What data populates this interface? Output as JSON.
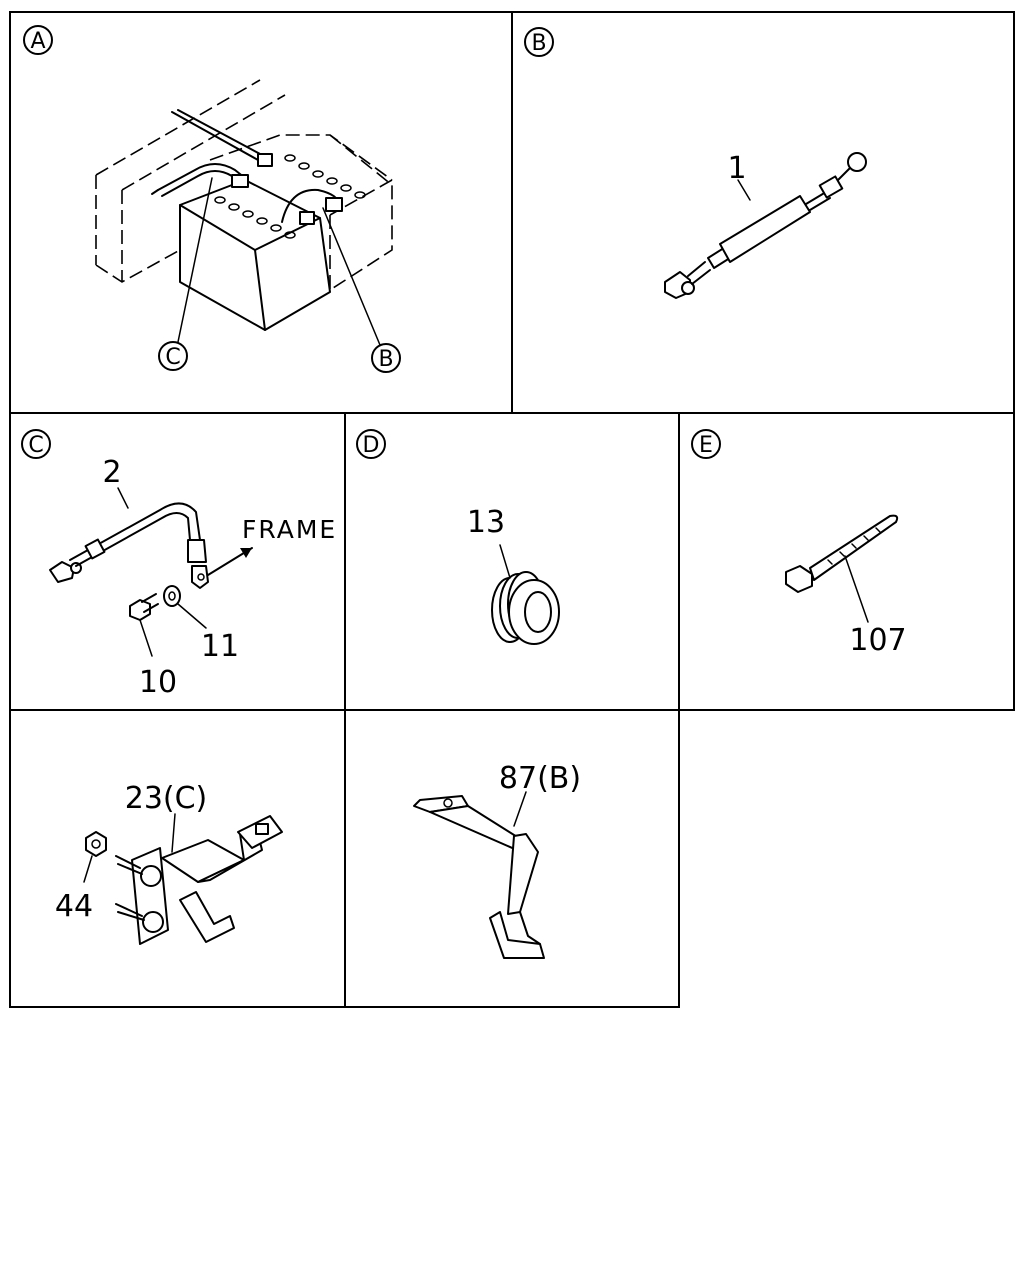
{
  "panels": {
    "A": {
      "marker": "A",
      "callouts": {
        "C": "C",
        "B": "B"
      }
    },
    "B": {
      "marker": "B",
      "part": "1"
    },
    "C": {
      "marker": "C",
      "parts": [
        "2",
        "11",
        "10"
      ],
      "frame_text": "FRAME"
    },
    "D": {
      "marker": "D",
      "part": "13"
    },
    "E": {
      "marker": "E",
      "part": "107"
    },
    "F": {
      "parts": [
        "23(C)",
        "44"
      ]
    },
    "G": {
      "parts": [
        "87(B)"
      ]
    }
  }
}
